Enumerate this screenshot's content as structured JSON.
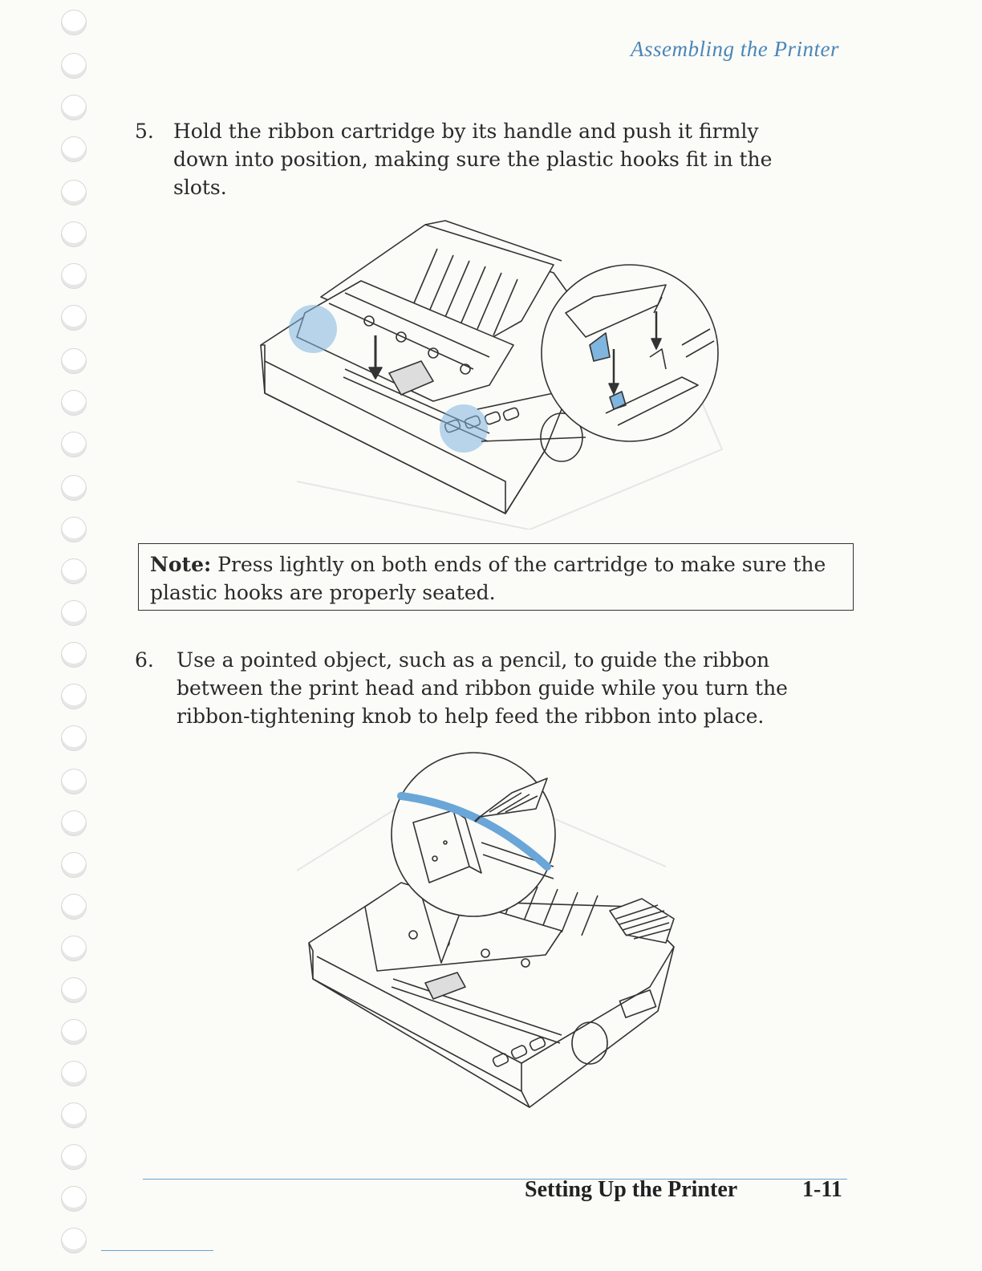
{
  "running_head": "Assembling the Printer",
  "steps": [
    {
      "number": "5.",
      "text": "Hold the ribbon cartridge by its handle and push it firmly down into position, making sure the plastic hooks fit in the slots."
    },
    {
      "number": "6.",
      "text": "Use a pointed object, such as a pencil, to guide the ribbon between the print head and ribbon guide while you turn the ribbon-tightening knob to help feed the ribbon into place."
    }
  ],
  "note": {
    "label": "Note:",
    "text": "Press lightly on both ends of the cartridge to make sure the plastic hooks are properly seated."
  },
  "footer": {
    "section_title": "Setting Up the Printer",
    "page_number": "1-11"
  },
  "colors": {
    "accent": "#4a86b8",
    "highlight": "#7fb5df",
    "text": "#2a2a2a"
  }
}
